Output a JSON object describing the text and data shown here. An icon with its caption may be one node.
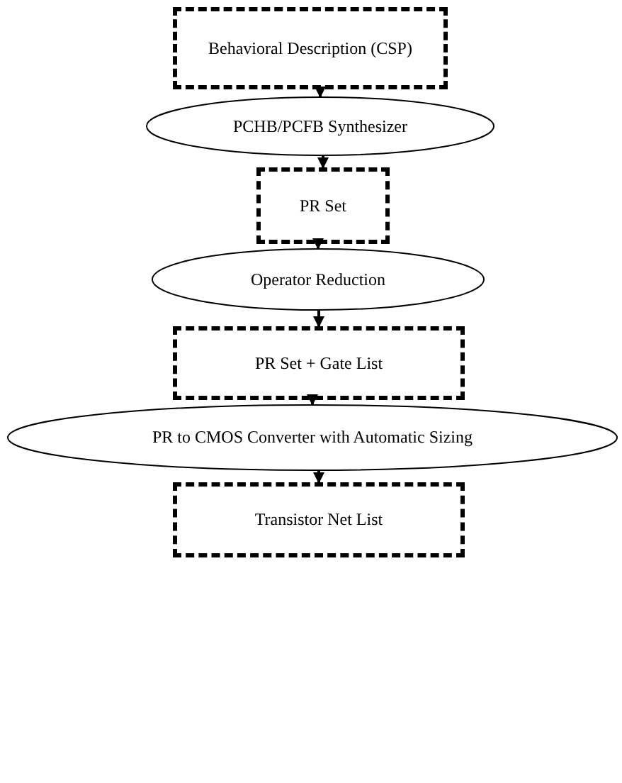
{
  "diagram": {
    "nodes": [
      {
        "text": [
          "Behavioral Description (CSP)"
        ]
      },
      {
        "text": [
          "PCHB/PCFB Synthesizer"
        ]
      },
      {
        "text": [
          "PR Set"
        ]
      },
      {
        "text": [
          "Operator Reduction"
        ]
      },
      {
        "text": [
          "PR Set + Gate List"
        ]
      },
      {
        "text": [
          "PR to CMOS Converter with Automatic Sizing"
        ]
      },
      {
        "text": [
          "Transistor Net List"
        ]
      }
    ],
    "edges": [
      {
        "from": 0,
        "to": 1,
        "arrow": "to"
      },
      {
        "from": 1,
        "to": 2,
        "arrow": "to"
      },
      {
        "from": 2,
        "to": 3,
        "arrow": "to"
      },
      {
        "from": 3,
        "to": 4,
        "arrow": "to"
      },
      {
        "from": 4,
        "to": 5,
        "arrow": "to"
      },
      {
        "from": 5,
        "to": 6,
        "arrow": "to"
      }
    ]
  }
}
